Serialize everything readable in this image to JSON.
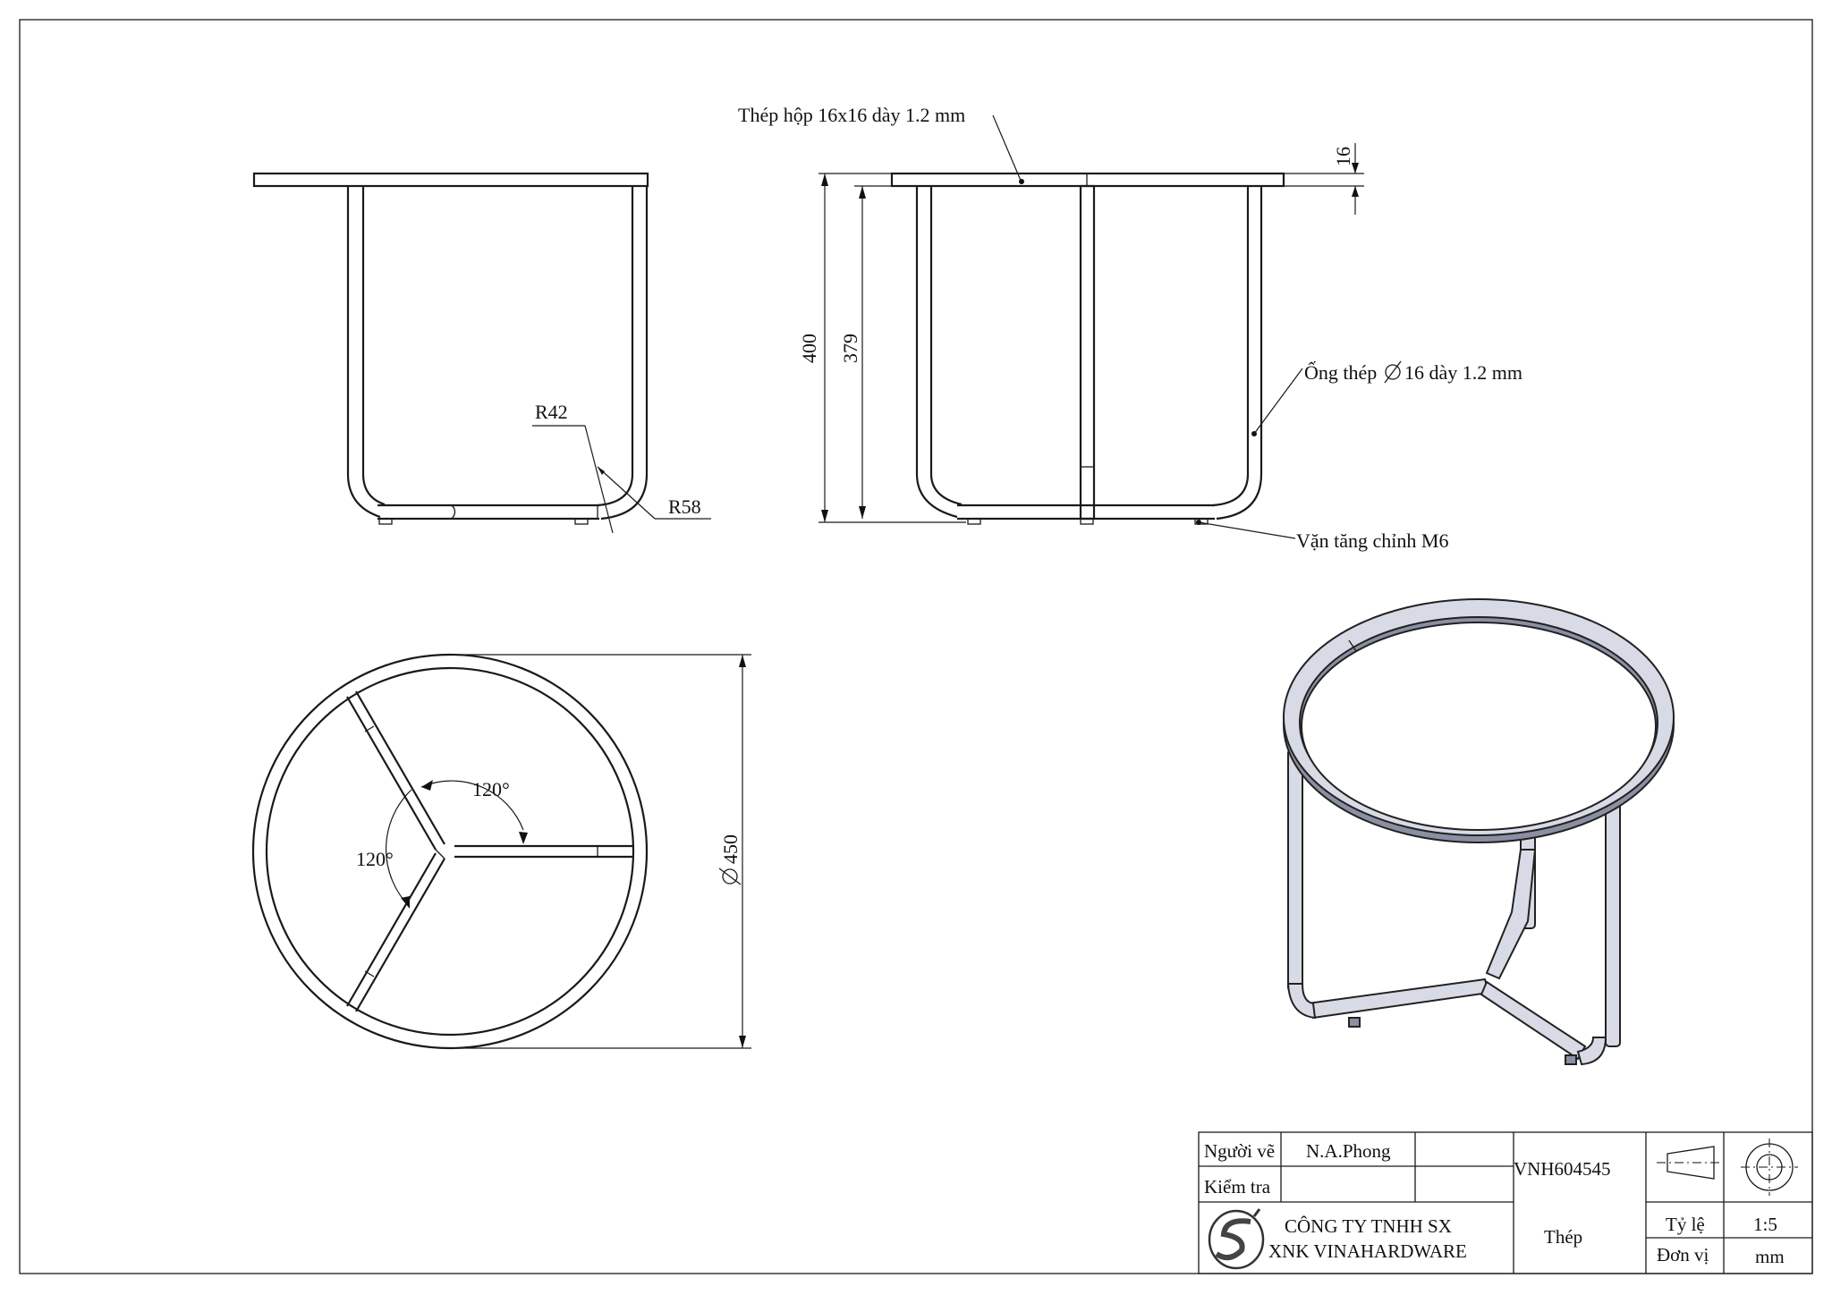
{
  "annotations": {
    "top_material": "Thép hộp 16x16 dày 1.2 mm",
    "leg_material": "Ống thép",
    "leg_material_suffix": "16 dày 1.2 mm",
    "leveler": "Vặn tăng chỉnh M6"
  },
  "dimensions": {
    "r42": "R42",
    "r58": "R58",
    "overall_height": "400",
    "leg_height": "379",
    "top_thickness": "16",
    "diameter": "450",
    "angle_top": "120°",
    "angle_left": "120°"
  },
  "title_block": {
    "drawn_by_label": "Người vẽ",
    "drawn_by": "N.A.Phong",
    "checked_label": "Kiểm tra",
    "checked_by": "",
    "drawing_code": "VNH604545",
    "company_line1": "CÔNG TY TNHH SX",
    "company_line2": "XNK VINAHARDWARE",
    "material": "Thép",
    "scale_label": "Tỷ lệ",
    "scale": "1:5",
    "unit_label": "Đơn vị",
    "unit": "mm"
  }
}
